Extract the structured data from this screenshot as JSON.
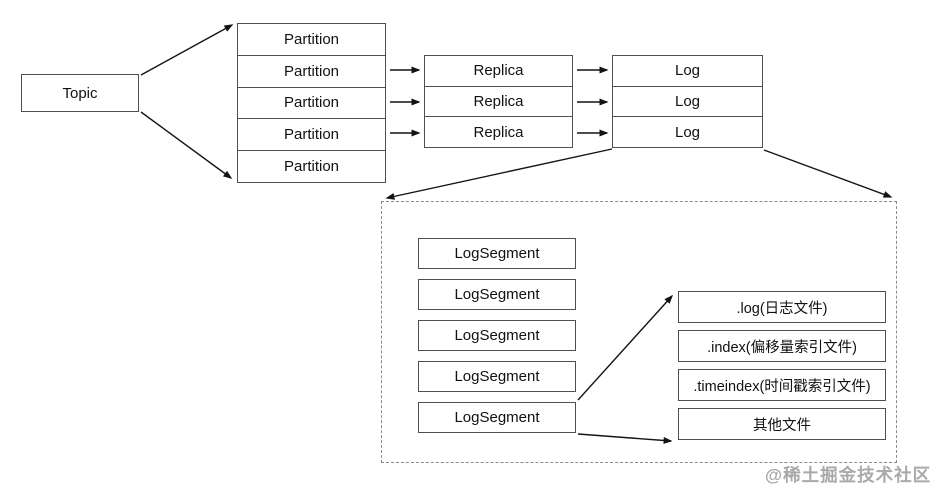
{
  "colors": {
    "background": "#ffffff",
    "box_border": "#4f4f4f",
    "text": "#111111",
    "arrow": "#141414",
    "dashed_border": "#8a8a8a",
    "watermark": "#a9a9a9"
  },
  "topic": {
    "label": "Topic"
  },
  "partition_stack": {
    "rows": [
      {
        "label": "Partition"
      },
      {
        "label": "Partition"
      },
      {
        "label": "Partition"
      },
      {
        "label": "Partition"
      },
      {
        "label": "Partition"
      }
    ]
  },
  "replica_stack": {
    "rows": [
      {
        "label": "Replica"
      },
      {
        "label": "Replica"
      },
      {
        "label": "Replica"
      }
    ]
  },
  "log_stack": {
    "rows": [
      {
        "label": "Log"
      },
      {
        "label": "Log"
      },
      {
        "label": "Log"
      }
    ]
  },
  "segment_list": {
    "rows": [
      {
        "label": "LogSegment"
      },
      {
        "label": "LogSegment"
      },
      {
        "label": "LogSegment"
      },
      {
        "label": "LogSegment"
      },
      {
        "label": "LogSegment"
      }
    ]
  },
  "file_list": {
    "rows": [
      {
        "label": ".log(日志文件)"
      },
      {
        "label": ".index(偏移量索引文件)"
      },
      {
        "label": ".timeindex(时间戳索引文件)"
      },
      {
        "label": "其他文件"
      }
    ]
  },
  "watermark": {
    "label": "@稀土掘金技术社区"
  }
}
